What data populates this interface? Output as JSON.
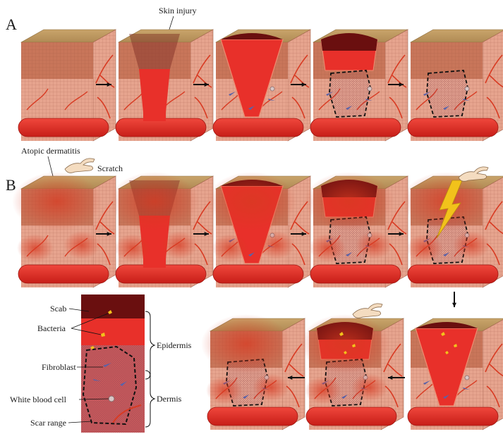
{
  "panels": {
    "a": {
      "letter": "A",
      "annotation": "Skin injury"
    },
    "b": {
      "letter": "B",
      "annotation_disease": "Atopic dermatitis",
      "annotation_action": "Scratch"
    }
  },
  "legend": {
    "items": [
      "Scab",
      "Bacteria",
      "Fibroblast",
      "White blood cell",
      "Scar range"
    ],
    "layers": [
      "Epidermis",
      "Dermis"
    ]
  },
  "colors": {
    "skin_top": "#c9a46a",
    "epidermis": "#c8765a",
    "dermis": "#e6a48e",
    "vessel": "#e02a22",
    "wound": "#e8302a",
    "scab": "#6a0f0f",
    "bacteria": "#f2c21b",
    "fibroblast": "#5a62a8",
    "inflammation": "#d83a22",
    "lightning": "#f2c21b",
    "hand": "#f4dcc0"
  },
  "icons": [
    "pointing-hand-icon",
    "lightning-icon",
    "arrow-right-icon",
    "arrow-left-icon",
    "arrow-down-icon"
  ]
}
